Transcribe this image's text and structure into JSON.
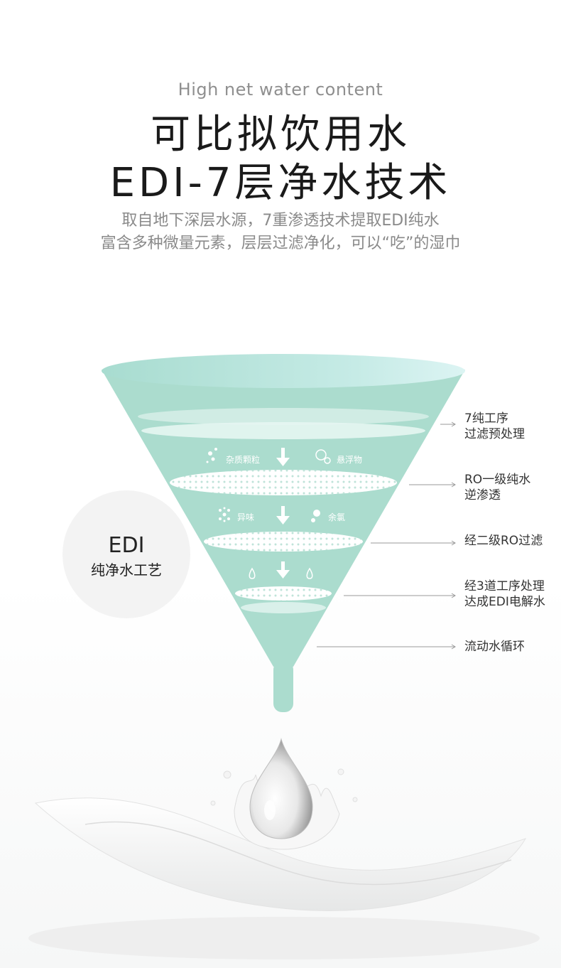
{
  "header": {
    "subtitle_en": "High net water content",
    "title_line1": "可比拟饮用水",
    "title_line2": "EDI-7层净水技术",
    "desc_line1": "取自地下深层水源，7重渗透技术提取EDI纯水",
    "desc_line2": "富含多种微量元素，层层过滤净化，可以“吃”的湿巾"
  },
  "badge": {
    "title": "EDI",
    "subtitle": "纯净水工艺"
  },
  "funnel": {
    "stage1_left": "杂质颗粒",
    "stage1_right": "悬浮物",
    "stage2_left": "异味",
    "stage2_right": "余氯"
  },
  "labels": [
    {
      "line1": "7纯工序",
      "line2": "过滤预处理"
    },
    {
      "line1": "RO一级纯水",
      "line2": "逆渗透"
    },
    {
      "line1": "经二级RO过滤",
      "line2": ""
    },
    {
      "line1": "经3道工序处理",
      "line2": "达成EDI电解水"
    },
    {
      "line1": "流动水循环",
      "line2": ""
    }
  ],
  "colors": {
    "funnel": "#a9dccb",
    "funnel_top": "#bfe8e2",
    "text_dark": "#1a1a1a",
    "text_grey": "#8a8a8a"
  }
}
